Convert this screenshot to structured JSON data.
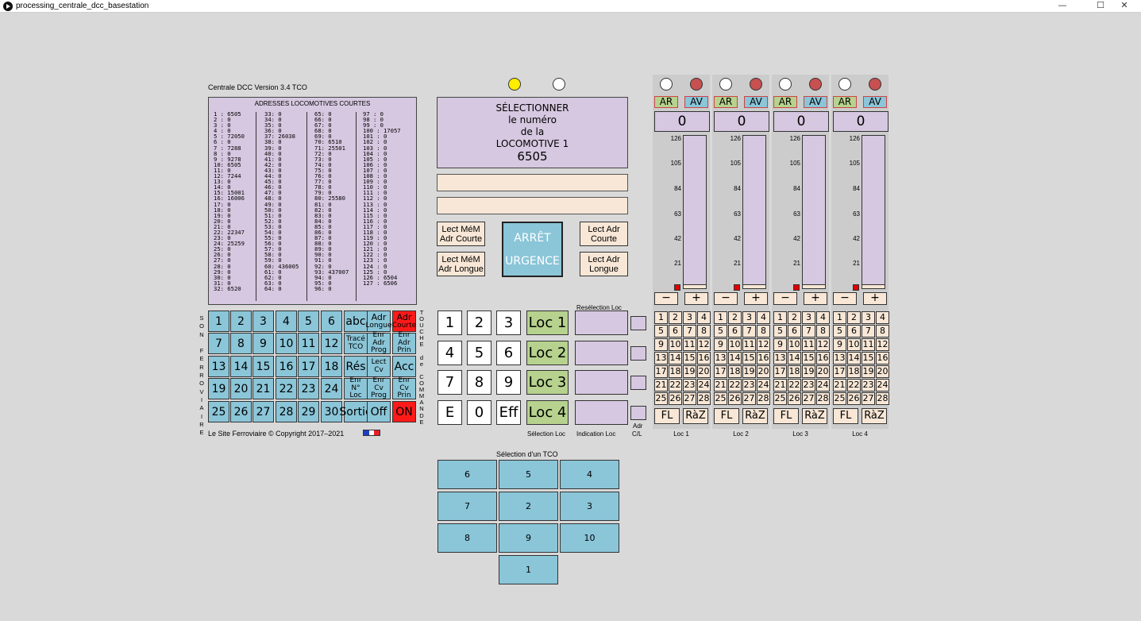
{
  "window": {
    "title": "processing_centrale_dcc_basestation",
    "minimize": "—",
    "maximize": "☐",
    "close": "✕"
  },
  "header": {
    "version": "Centrale DCC Version 3.4 TCO"
  },
  "address_panel": {
    "title": "ADRESSES LOCOMOTIVES COURTES",
    "columns": [
      [
        "1 : 6505",
        "2 : 0",
        "3 : 0",
        "4 : 0",
        "5 : 72050",
        "6 : 0",
        "7 : 7288",
        "8 : 0",
        "9 : 9278",
        "10: 6505",
        "11: 0",
        "12: 7244",
        "13: 0",
        "14: 0",
        "15: 15001",
        "16: 16006",
        "17: 0",
        "18: 0",
        "19: 0",
        "20: 0",
        "21: 0",
        "22: 22347",
        "23: 0",
        "24: 25259",
        "25: 0",
        "26: 0",
        "27: 0",
        "28: 0",
        "29: 0",
        "30: 0",
        "31: 0",
        "32: 6520"
      ],
      [
        "33: 0",
        "34: 0",
        "35: 0",
        "36: 0",
        "37: 26038",
        "38: 0",
        "39: 0",
        "40: 0",
        "41: 0",
        "42: 0",
        "43: 0",
        "44: 0",
        "45: 0",
        "46: 0",
        "47: 0",
        "48: 0",
        "49: 0",
        "50: 0",
        "51: 0",
        "52: 0",
        "53: 0",
        "54: 0",
        "55: 0",
        "56: 0",
        "57: 0",
        "58: 0",
        "59: 0",
        "60: 436005",
        "61: 0",
        "62: 0",
        "63: 0",
        "64: 0"
      ],
      [
        "65: 0",
        "66: 0",
        "67: 0",
        "68: 0",
        "69: 0",
        "70: 6510",
        "71: 25501",
        "72: 0",
        "73: 0",
        "74: 0",
        "75: 0",
        "76: 0",
        "77: 0",
        "78: 0",
        "79: 0",
        "80: 25580",
        "81: 0",
        "82: 0",
        "83: 0",
        "84: 0",
        "85: 0",
        "86: 0",
        "87: 0",
        "88: 0",
        "89: 0",
        "90: 0",
        "91: 0",
        "92: 0",
        "93: 437007",
        "94: 0",
        "95: 0",
        "96: 0"
      ],
      [
        "97 : 0",
        "98 : 0",
        "99 : 0",
        "100 : 17057",
        "101 : 0",
        "102 : 0",
        "103 : 0",
        "104 : 0",
        "105 : 0",
        "106 : 0",
        "107 : 0",
        "108 : 0",
        "109 : 0",
        "110 : 0",
        "111 : 0",
        "112 : 0",
        "113 : 0",
        "114 : 0",
        "115 : 0",
        "116 : 0",
        "117 : 0",
        "118 : 0",
        "119 : 0",
        "120 : 0",
        "121 : 0",
        "122 : 0",
        "123 : 0",
        "124 : 0",
        "125 : 0",
        "126 : 6504",
        "127 : 6506",
        ""
      ]
    ]
  },
  "sound_grid": {
    "left_label": [
      "S",
      "O",
      "N",
      "",
      "F",
      "E",
      "R",
      "R",
      "O",
      "V",
      "I",
      "A",
      "I",
      "R",
      "E"
    ],
    "right_label": [
      "T",
      "O",
      "U",
      "C",
      "H",
      "E",
      "",
      "d",
      "e",
      "",
      "C",
      "O",
      "M",
      "M",
      "A",
      "N",
      "D",
      "E"
    ],
    "numbers": [
      "1",
      "2",
      "3",
      "4",
      "5",
      "6",
      "7",
      "8",
      "9",
      "10",
      "11",
      "12",
      "13",
      "14",
      "15",
      "16",
      "17",
      "18",
      "19",
      "20",
      "21",
      "22",
      "23",
      "24",
      "25",
      "26",
      "27",
      "28",
      "29",
      "30"
    ],
    "func_col1": [
      [
        "abc"
      ],
      [
        "Tracé",
        "TCO"
      ],
      [
        "Rés"
      ],
      [
        "Enr",
        "N°",
        "Loc"
      ],
      [
        "Sortie"
      ]
    ],
    "func_col2": [
      [
        "Adr",
        "Longue"
      ],
      [
        "Enr",
        "Adr",
        "Prog"
      ],
      [
        "Lect",
        "Cv"
      ],
      [
        "Enr Cv",
        "Prog"
      ],
      [
        "Off"
      ]
    ],
    "func_col3": [
      [
        "Adr",
        "Courte"
      ],
      [
        "Enr",
        "Adr",
        "Prin"
      ],
      [
        "Acc"
      ],
      [
        "Enr Cv",
        "Prin"
      ],
      [
        "ON"
      ]
    ]
  },
  "footer": {
    "copyright": "Le Site Ferroviaire © Copyright 2017–2021"
  },
  "status_lights": {
    "yellow": "#ffee00",
    "white": "#ffffff"
  },
  "selection_panel": {
    "line1": "SÉLECTIONNER",
    "line2": "le numéro",
    "line3": "de la",
    "line4": "LOCOMOTIVE 1",
    "value": "6505"
  },
  "center_buttons": {
    "lect_mem_courte": [
      "Lect MéM",
      "Adr Courte"
    ],
    "lect_mem_longue": [
      "Lect MéM",
      "Adr Longue"
    ],
    "lect_adr_courte": [
      "Lect Adr",
      "Courte"
    ],
    "lect_adr_longue": [
      "Lect Adr",
      "Longue"
    ],
    "emergency": [
      "ARRÊT",
      "URGENCE"
    ]
  },
  "keypad": {
    "keys": [
      "1",
      "2",
      "3",
      "4",
      "5",
      "6",
      "7",
      "8",
      "9",
      "E",
      "0",
      "Eff"
    ],
    "locos": [
      "Loc 1",
      "Loc 2",
      "Loc 3",
      "Loc 4"
    ],
    "reselection_label": "Resélection Loc",
    "selection_label": "Sélection Loc",
    "indication_label": "Indication Loc",
    "adr_label": "Adr",
    "cl_label": "C/L"
  },
  "throttles": {
    "ar": "AR",
    "av": "AV",
    "speeds": [
      "0",
      "0",
      "0",
      "0"
    ],
    "ticks": [
      "126",
      "105",
      "84",
      "63",
      "42",
      "21"
    ],
    "minus": "−",
    "plus": "+",
    "functions": [
      "1",
      "2",
      "3",
      "4",
      "5",
      "6",
      "7",
      "8",
      "9",
      "10",
      "11",
      "12",
      "13",
      "14",
      "15",
      "16",
      "17",
      "18",
      "19",
      "20",
      "21",
      "22",
      "23",
      "24",
      "25",
      "26",
      "27",
      "28"
    ],
    "fl": "FL",
    "raz": "RàZ",
    "names": [
      "Loc 1",
      "Loc 2",
      "Loc 3",
      "Loc 4"
    ]
  },
  "tco": {
    "title": "Sélection d'un TCO",
    "rows": [
      [
        "6",
        "5",
        "4"
      ],
      [
        "7",
        "2",
        "3"
      ],
      [
        "8",
        "9",
        "10"
      ],
      [
        "1"
      ]
    ]
  }
}
